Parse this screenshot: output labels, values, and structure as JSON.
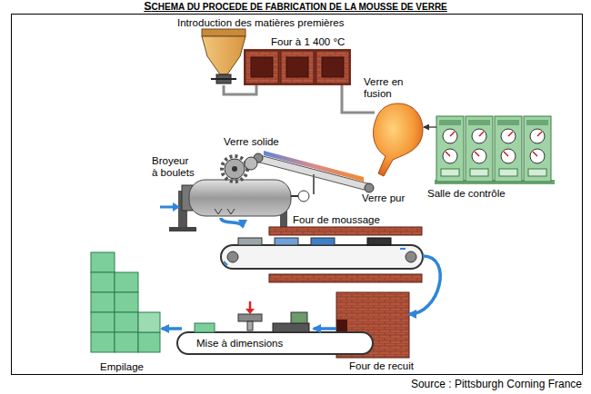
{
  "diagram": {
    "title": "SCHEMA DU PROCEDE DE FABRICATION DE LA MOUSSE DE VERRE",
    "caption": "Source : Pittsburgh Corning France",
    "nodes": [
      {
        "text": [
          "Introduction des matières premières"
        ]
      },
      {
        "text": [
          "Four à 1 400 °C"
        ]
      },
      {
        "text": [
          "Verre en fusion"
        ]
      },
      {
        "text": [
          "Salle de contrôle"
        ]
      },
      {
        "text": [
          "Verre solide"
        ]
      },
      {
        "text": [
          "Broyeur à boulets"
        ]
      },
      {
        "text": [
          "Four de moussage"
        ]
      },
      {
        "text": [
          "Four de recuit"
        ]
      },
      {
        "text": [
          "Mise à dimensions"
        ]
      },
      {
        "text": [
          "Empilage"
        ]
      }
    ],
    "edges": [
      {
        "from": 0,
        "to": 1,
        "arrow": "none"
      },
      {
        "from": 1,
        "to": 2,
        "arrow": "none"
      },
      {
        "from": 3,
        "to": 2,
        "arrow": "to"
      },
      {
        "from": 5,
        "to": 6,
        "arrow": "to"
      },
      {
        "from": 6,
        "to": 7,
        "arrow": "to"
      },
      {
        "from": 7,
        "to": 8,
        "arrow": "to"
      },
      {
        "from": 8,
        "to": 9,
        "arrow": "to"
      }
    ],
    "labels": [
      "Verre pur"
    ]
  }
}
